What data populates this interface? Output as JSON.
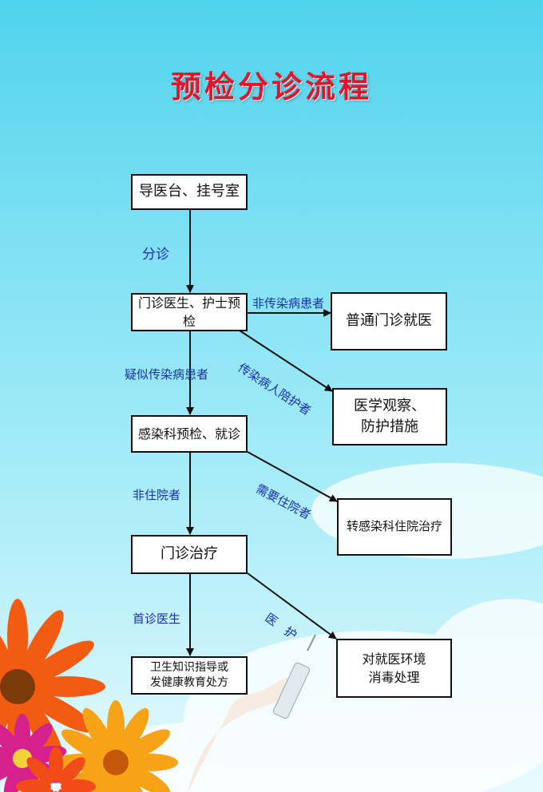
{
  "title": "预检分诊流程",
  "nodes": {
    "guide_desk": "导医台、挂号室",
    "prescreen": "门诊医生、护士预检",
    "general_clinic": "普通门诊就医",
    "observation_line1": "医学观察、",
    "observation_line2": "防护措施",
    "infection_dept": "感染科预检、就诊",
    "transfer_inpatient": "转感染科住院治疗",
    "outpatient_treatment": "门诊治疗",
    "health_line1": "卫生知识指导或",
    "health_line2": "发健康教育处方",
    "disinfect_line1": "对就医环境",
    "disinfect_line2": "消毒处理"
  },
  "labels": {
    "triage": "分诊",
    "non_infectious": "非传染病患者",
    "escort": "传染病人陪护者",
    "suspected": "疑似传染病患者",
    "need_hospital": "需要住院者",
    "non_hospital": "非住院者",
    "first_doctor": "首诊医生",
    "medical_care": "医   护"
  },
  "colors": {
    "title": "#e3142b",
    "label": "#1a2fa8",
    "line": "#111111",
    "box_fill": "#ffffff"
  }
}
